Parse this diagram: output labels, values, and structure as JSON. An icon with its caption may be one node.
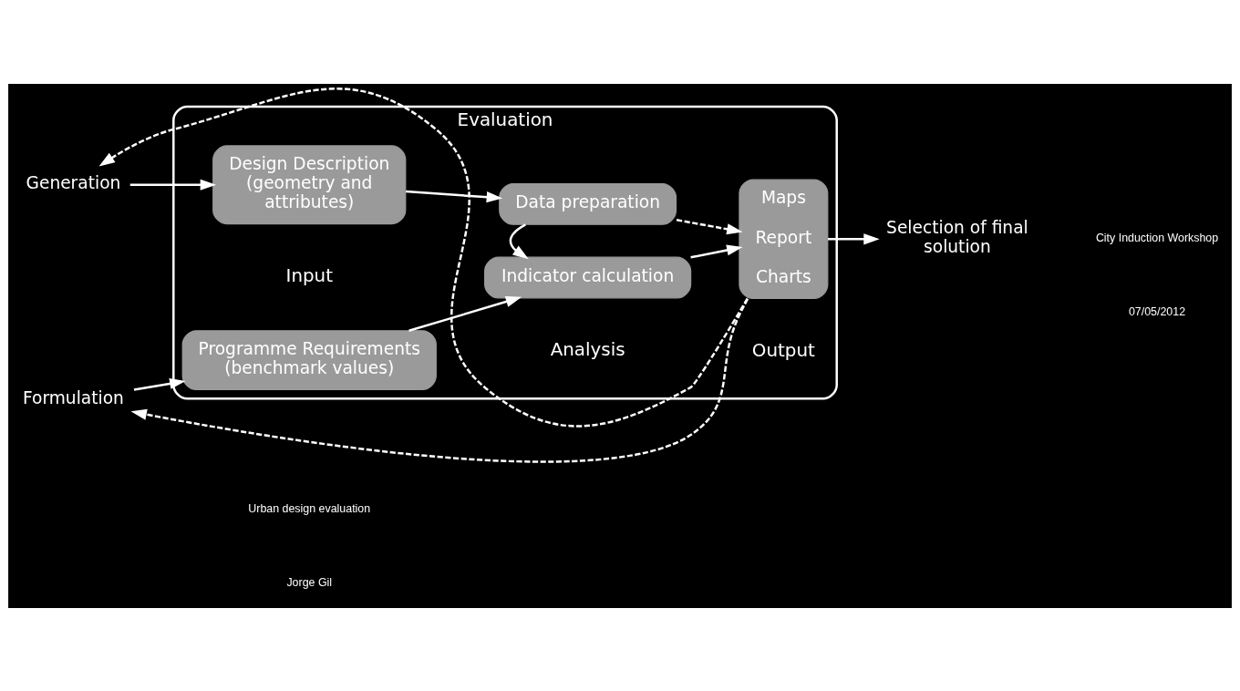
{
  "diagram": {
    "nodes": [
      {
        "text": [
          "Evaluation"
        ]
      },
      {
        "text": [
          "Generation"
        ]
      },
      {
        "text": [
          "Formulation"
        ]
      },
      {
        "text": [
          "Design Description (geometry and attributes)"
        ],
        "in": 0
      },
      {
        "text": [
          "Programme Requirements (benchmark values)"
        ],
        "in": 0
      },
      {
        "text": [
          "Data preparation"
        ],
        "in": 0
      },
      {
        "text": [
          "Indicator calculation"
        ],
        "in": 0
      },
      {
        "text": [
          "Maps",
          "Report",
          "Charts"
        ],
        "in": 0
      },
      {
        "text": [
          "Selection of final solution"
        ]
      }
    ],
    "edges": [
      {
        "from": 1,
        "to": 3,
        "arrow": "to"
      },
      {
        "from": 2,
        "to": 4,
        "arrow": "to"
      },
      {
        "from": 3,
        "to": 5,
        "arrow": "to"
      },
      {
        "from": 4,
        "to": 6,
        "arrow": "to"
      },
      {
        "from": 5,
        "to": 6,
        "arrow": "to"
      },
      {
        "from": 5,
        "to": 7,
        "arrow": "to",
        "style": "dashed"
      },
      {
        "from": 6,
        "to": 7,
        "arrow": "to"
      },
      {
        "from": 7,
        "to": 8,
        "arrow": "to"
      },
      {
        "from": 7,
        "to": 1,
        "arrow": "to",
        "style": "dashed"
      },
      {
        "from": 7,
        "to": 2,
        "arrow": "to",
        "style": "dashed"
      }
    ],
    "labels": [
      "Input",
      "Analysis",
      "Output",
      "Urban design evaluation",
      "Jorge Gil",
      "City Induction Workshop",
      "07/05/2012"
    ]
  }
}
